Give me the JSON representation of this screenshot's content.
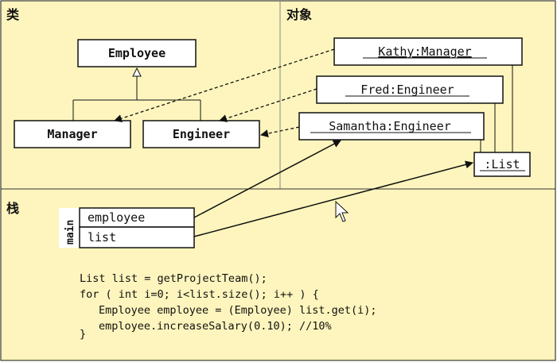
{
  "sections": {
    "class_label": "类",
    "object_label": "对象",
    "stack_label": "栈"
  },
  "classes": {
    "employee": "Employee",
    "manager": "Manager",
    "engineer": "Engineer"
  },
  "objects": {
    "kathy": "Kathy:Manager",
    "fred": "Fred:Engineer",
    "samantha": "Samantha:Engineer",
    "list": ":List"
  },
  "stack": {
    "frame_label": "main",
    "var_employee": "employee",
    "var_list": "list"
  },
  "code": {
    "line1": "List list = getProjectTeam();",
    "line2": "for ( int i=0; i<list.size(); i++ ) {",
    "line3": "Employee employee = (Employee) list.get(i);",
    "line4": "employee.increaseSalary(0.10); //10%",
    "line5": "}"
  },
  "colors": {
    "background": "#fdf5bd",
    "border": "#111111",
    "box_fill": "#ffffff"
  }
}
